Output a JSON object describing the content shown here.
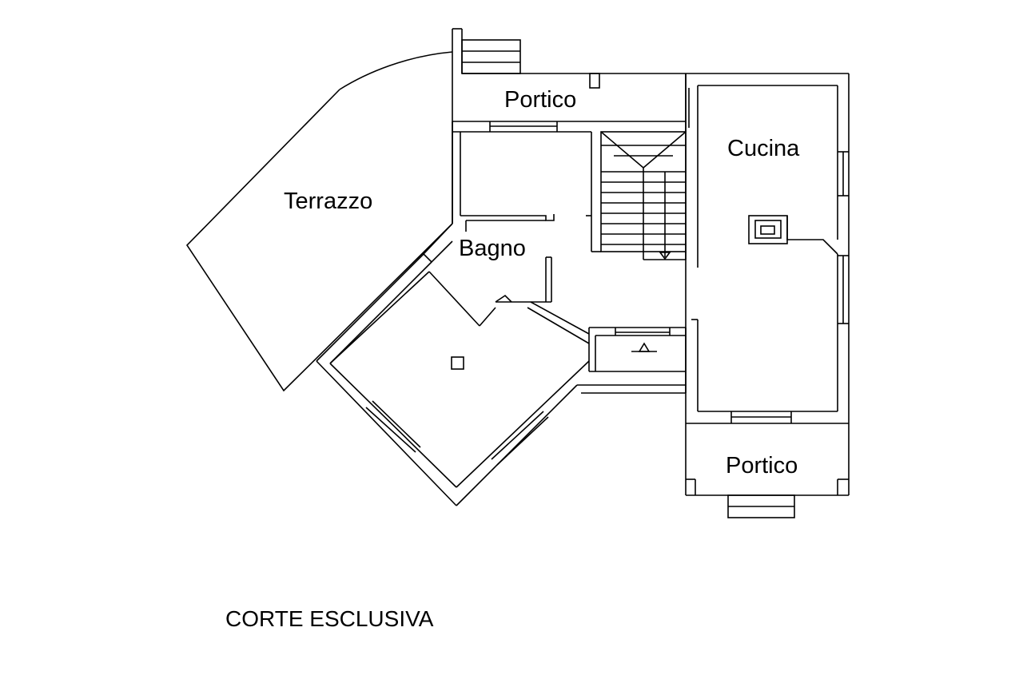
{
  "rooms": {
    "portico_top": "Portico",
    "cucina": "Cucina",
    "terrazzo": "Terrazzo",
    "bagno": "Bagno",
    "portico_bottom": "Portico"
  },
  "corte": "CORTE ESCLUSIVA",
  "colors": {
    "line": "#000000",
    "background": "#ffffff"
  }
}
